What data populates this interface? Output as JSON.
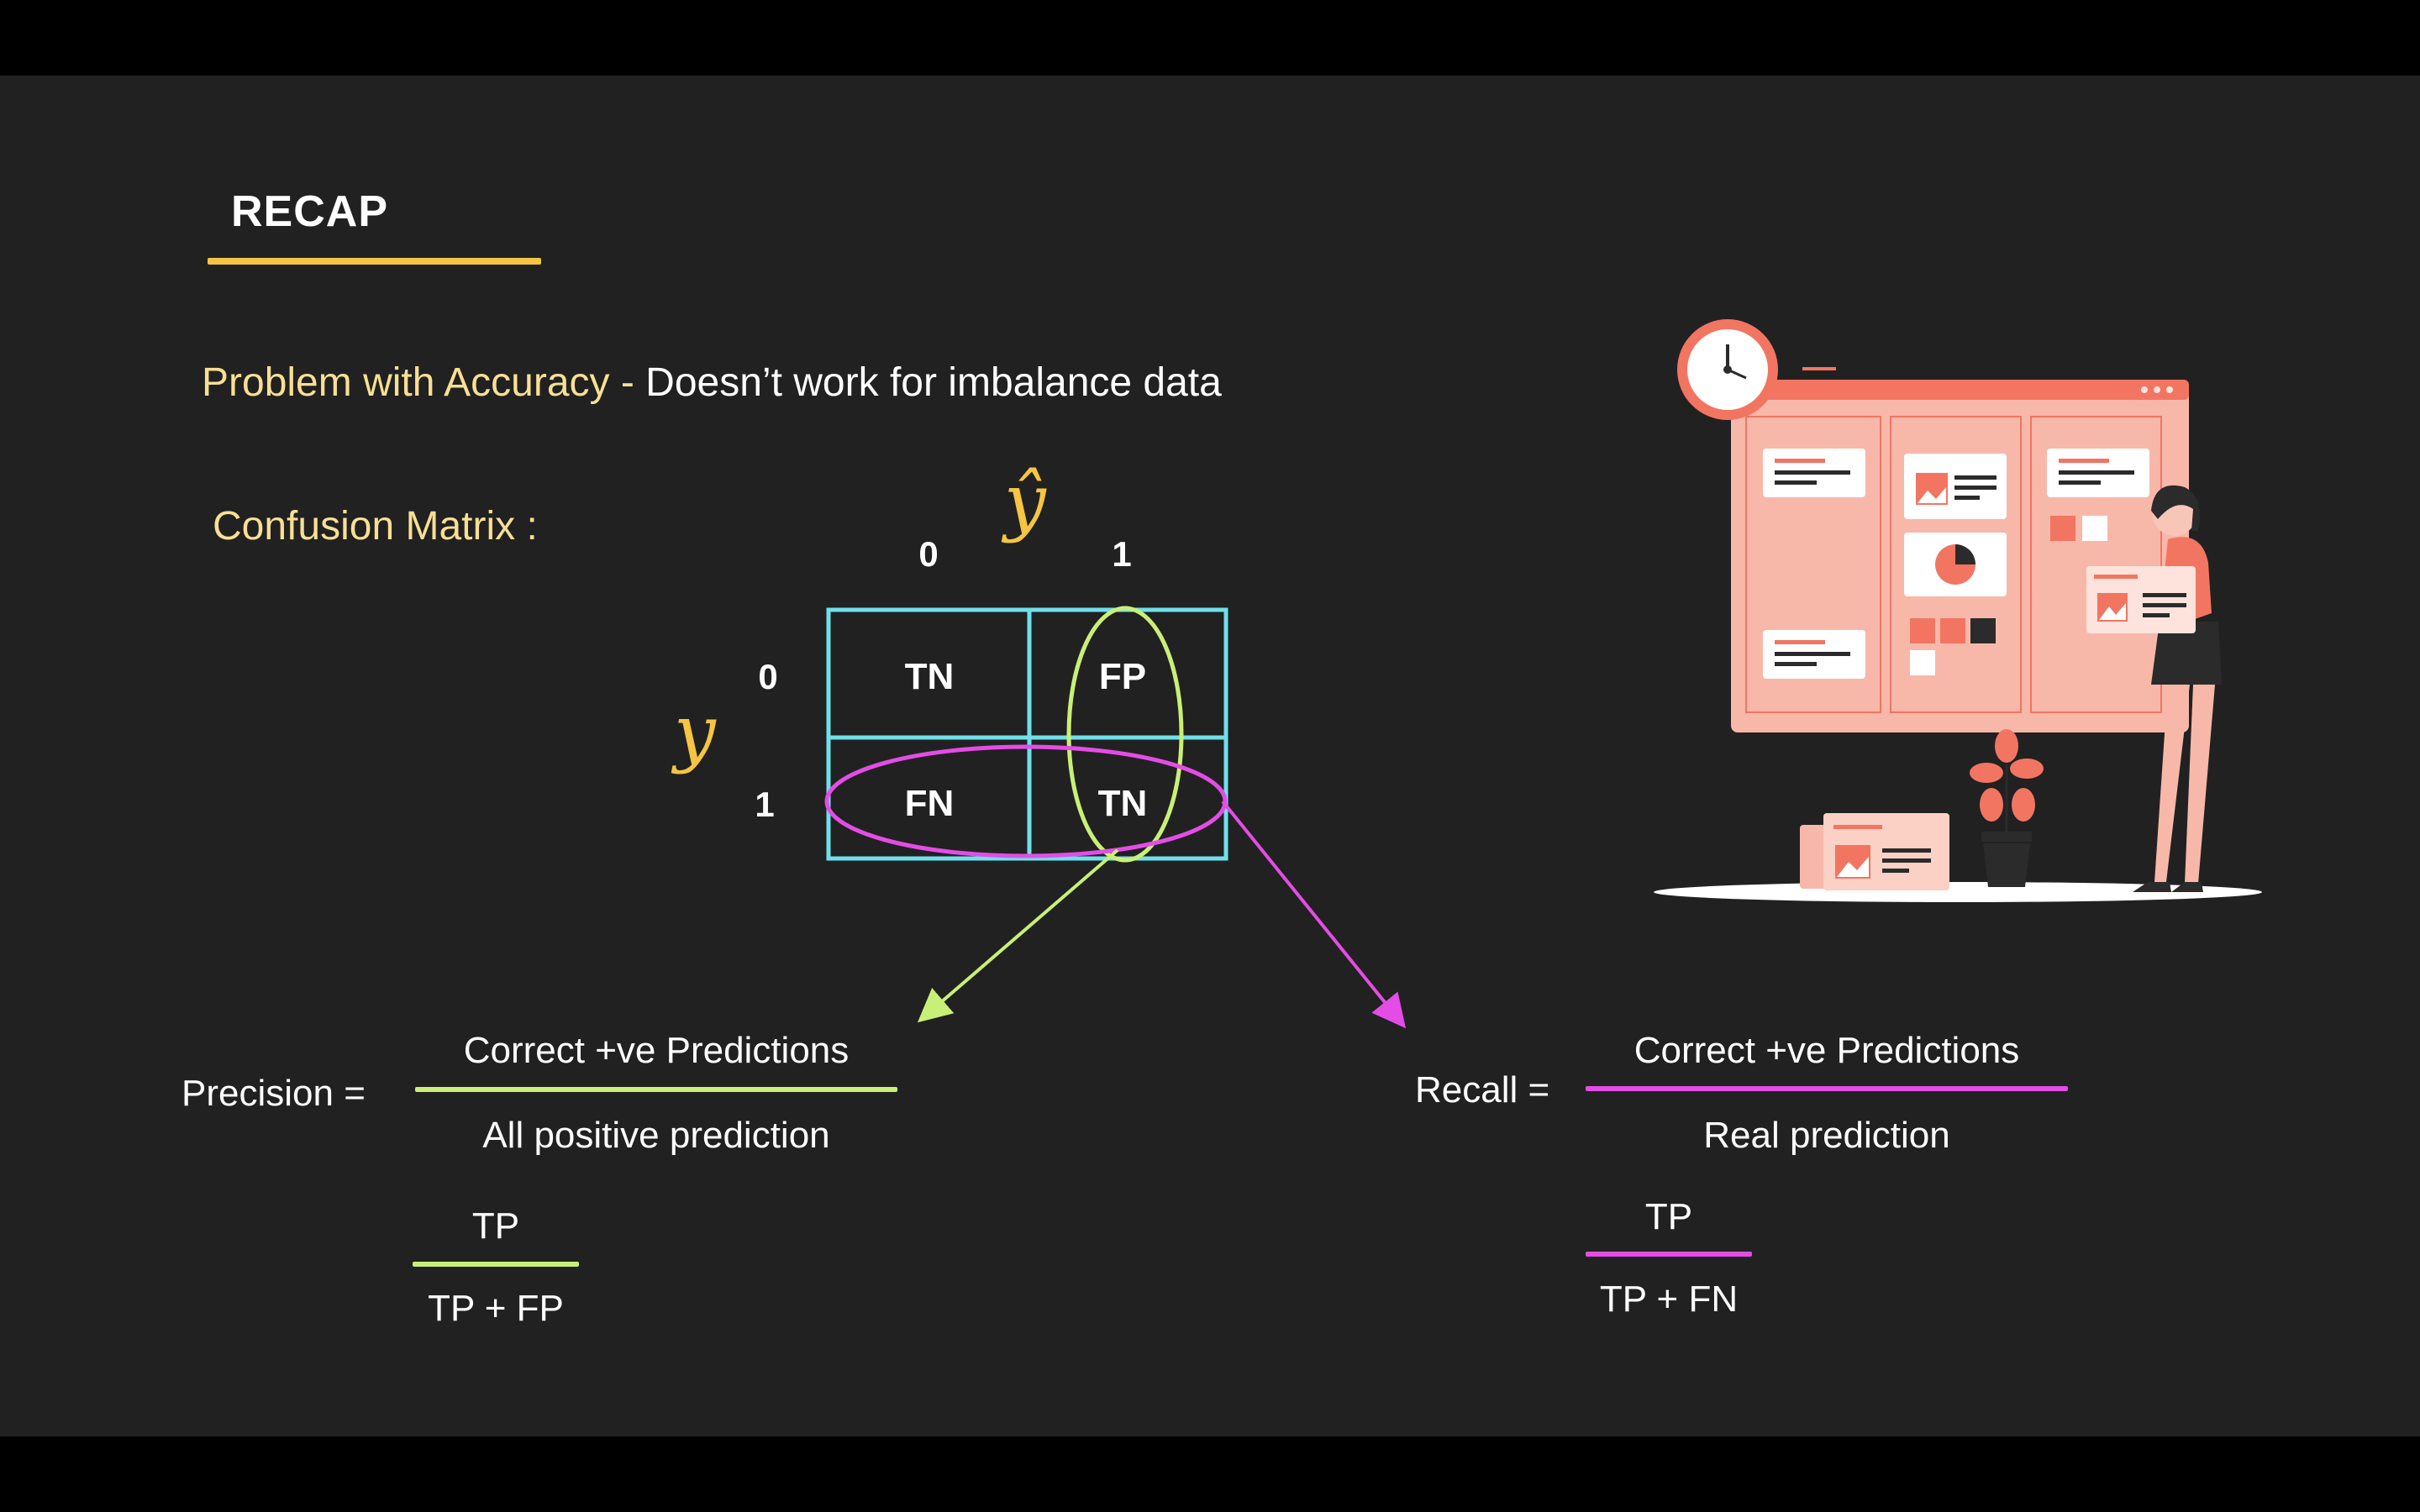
{
  "title": "RECAP",
  "problem": {
    "label": "Problem with Accuracy - ",
    "text": "Doesn’t work for imbalance data"
  },
  "confusion_matrix": {
    "label": "Confusion Matrix :",
    "predicted_symbol": "ŷ",
    "actual_symbol": "y",
    "column_labels": [
      "0",
      "1"
    ],
    "row_labels": [
      "0",
      "1"
    ],
    "cells": [
      "TN",
      "FP",
      "FN",
      "TN"
    ]
  },
  "precision": {
    "label": "Precision =",
    "numerator": "Correct +ve Predictions",
    "denominator": "All positive prediction",
    "short_numerator": "TP",
    "short_denominator": "TP + FP"
  },
  "recall": {
    "label": "Recall =",
    "numerator": "Correct +ve Predictions",
    "denominator": "Real prediction",
    "short_numerator": "TP",
    "short_denominator": "TP + FN"
  },
  "colors": {
    "title_underline": "#f5c543",
    "grid": "#6fe0ea",
    "precision": "#c8f077",
    "recall": "#e34de6",
    "illustration": "#f27562"
  },
  "illustration": {
    "icons": [
      "clock-icon",
      "kanban-board-icon",
      "presenter-woman-icon",
      "plant-icon"
    ]
  }
}
